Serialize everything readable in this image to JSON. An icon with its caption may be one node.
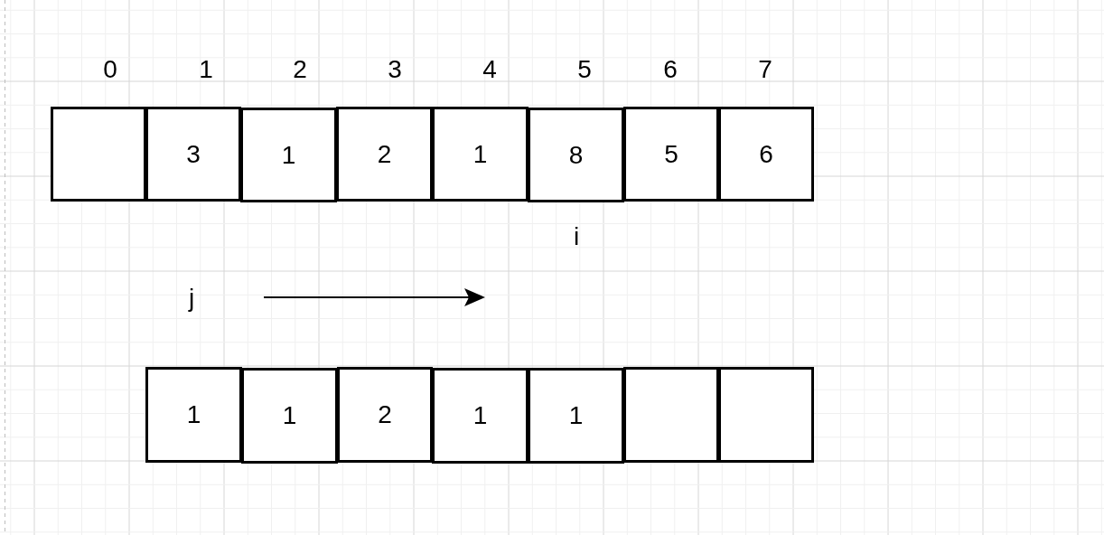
{
  "diagram": {
    "nodes": [
      {
        "text": [],
        "shape": "box",
        "beside": [
          "0"
        ]
      },
      {
        "text": [
          "3"
        ],
        "beside": [
          "1"
        ]
      },
      {
        "text": [
          "1"
        ],
        "beside": [
          "2"
        ]
      },
      {
        "text": [
          "2"
        ],
        "beside": [
          "3"
        ]
      },
      {
        "text": [
          "1"
        ],
        "beside": [
          "4"
        ]
      },
      {
        "text": [
          "8"
        ],
        "beside": [
          "5"
        ]
      },
      {
        "text": [
          "5"
        ],
        "beside": [
          "6"
        ]
      },
      {
        "text": [
          "6"
        ],
        "beside": [
          "7"
        ]
      },
      {
        "text": [
          "1"
        ]
      },
      {
        "text": [
          "1"
        ]
      },
      {
        "text": [
          "2"
        ]
      },
      {
        "text": [
          "1"
        ]
      },
      {
        "text": [
          "1"
        ]
      },
      {
        "text": [],
        "shape": "box"
      },
      {
        "text": [],
        "shape": "box"
      }
    ],
    "labels": [
      "i",
      "j"
    ]
  }
}
